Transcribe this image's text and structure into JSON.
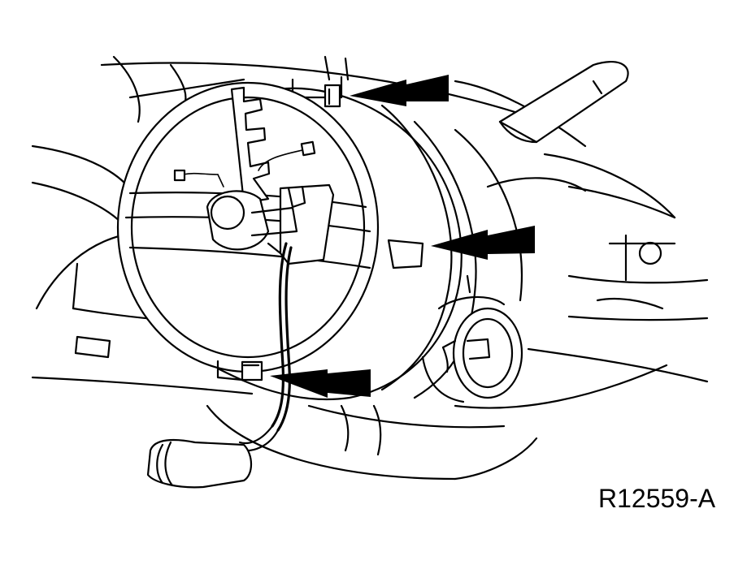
{
  "figure": {
    "id_label": "R12559-A",
    "line_color": "#000000",
    "background": "#ffffff",
    "callout_arrows": [
      "top-tab-arrow",
      "middle-tab-arrow",
      "bottom-tab-arrow"
    ]
  }
}
